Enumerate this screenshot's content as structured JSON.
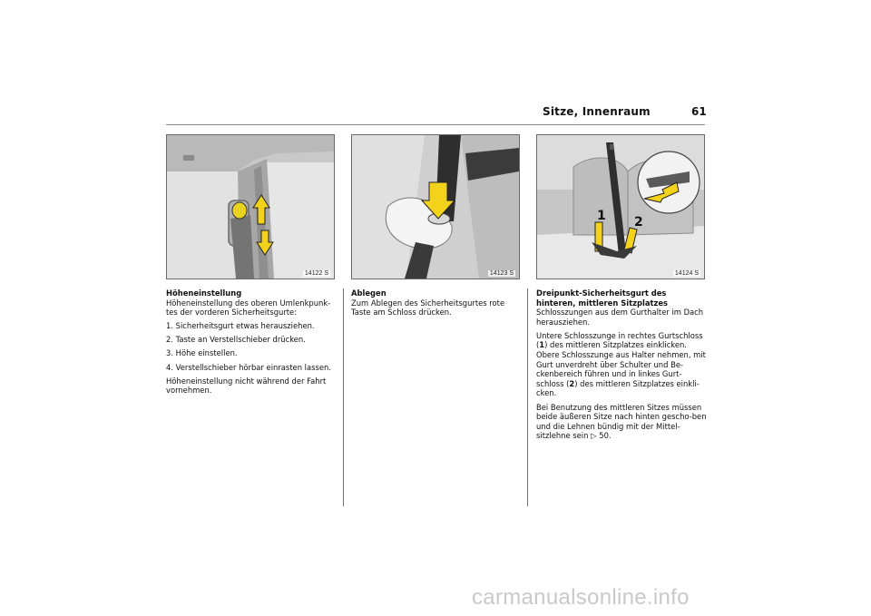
{
  "header": {
    "title": "Sitze, Innenraum",
    "page_number": "61"
  },
  "figures": [
    {
      "code": "14122 S",
      "icons": [
        "arrow-up-icon",
        "arrow-down-icon"
      ]
    },
    {
      "code": "14123 S",
      "icons": [
        "arrow-down-icon"
      ]
    },
    {
      "code": "14124 S",
      "labels": [
        "1",
        "2"
      ],
      "icons": [
        "arrow-down-icon"
      ]
    }
  ],
  "col1": {
    "heading": "Höheneinstellung",
    "intro": "Höheneinstellung des oberen Umlenkpunk-tes der vorderen Sicherheitsgurte:",
    "steps": [
      "1. Sicherheitsgurt etwas herausziehen.",
      "2. Taste an Verstellschieber drücken.",
      "3. Höhe einstellen.",
      "4. Verstellschieber hörbar einrasten lassen."
    ],
    "note": "Höheneinstellung nicht während der Fahrt vornehmen."
  },
  "col2": {
    "heading": "Ablegen",
    "text": "Zum Ablegen des Sicherheitsgurtes rote Taste am Schloss drücken."
  },
  "col3": {
    "heading": "Dreipunkt-Sicherheitsgurt des hinteren, mittleren Sitzplatzes",
    "p1": "Schlosszungen aus dem Gurthalter im Dach herausziehen.",
    "p2a": "Untere Schlosszunge in rechtes Gurtschloss (",
    "p2_ref1": "1",
    "p2b": ") des mittleren Sitzplatzes einklicken. Obere Schlosszunge aus Halter nehmen, mit Gurt unverdreht über Schulter und Be-ckenbereich führen und in linkes Gurt-schloss (",
    "p2_ref2": "2",
    "p2c": ") des mittleren Sitzplatzes einkli-cken.",
    "p3": "Bei Benutzung des mittleren Sitzes müssen beide äußeren Sitze nach hinten gescho-ben und die Lehnen bündig mit der Mittel-sitzlehne sein",
    "p3_ref_icon": "page-reference-icon",
    "p3_ref_page": "50."
  },
  "watermark": "carmanualsonline.info",
  "colors": {
    "arrow": "#f2d21a",
    "rule": "#8a8a8a"
  }
}
